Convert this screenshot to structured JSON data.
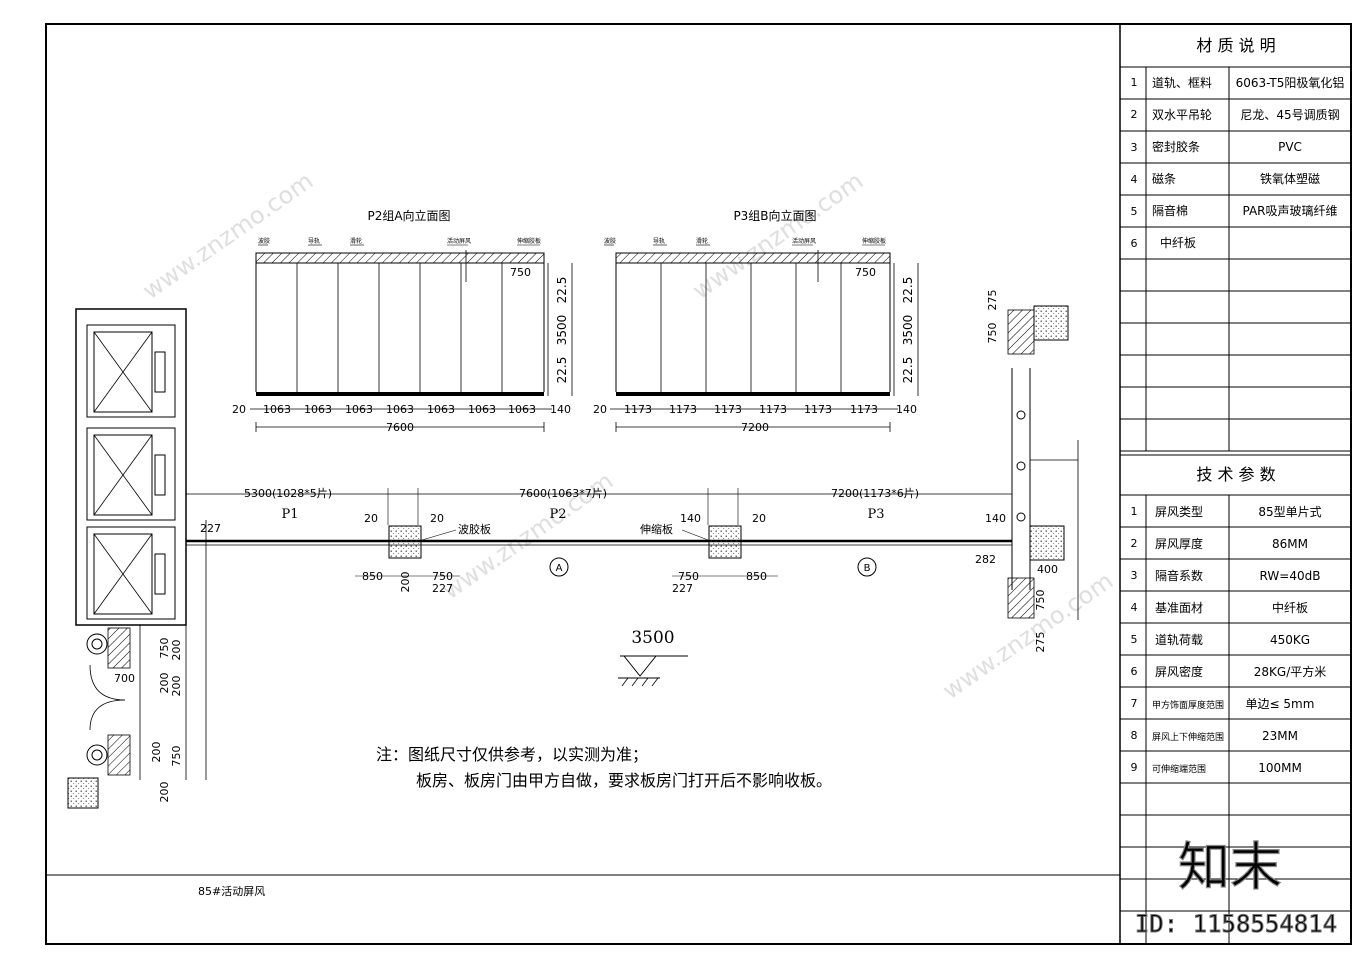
{
  "elevation_a": {
    "title": "P2组A向立面图",
    "top_labels": [
      "波胶",
      "导轨",
      "滑轮",
      "活动屏风",
      "伸缩胶板"
    ],
    "bottom_dims": [
      "20",
      "1063",
      "1063",
      "1063",
      "1063",
      "1063",
      "1063",
      "1063",
      "140"
    ],
    "total": "7600",
    "side_dims": [
      "22.5",
      "3500",
      "22.5"
    ],
    "offset": "750"
  },
  "elevation_b": {
    "title": "P3组B向立面图",
    "top_labels": [
      "波胶",
      "导轨",
      "滑轮",
      "活动屏风",
      "伸缩胶板"
    ],
    "bottom_dims": [
      "20",
      "1173",
      "1173",
      "1173",
      "1173",
      "1173",
      "1173",
      "140"
    ],
    "total": "7200",
    "side_dims": [
      "22.5",
      "3500",
      "22.5"
    ],
    "offset": "750"
  },
  "plan": {
    "spans": [
      "5300(1028*5片)",
      "7600(1063*7片)",
      "7200(1173*6片)"
    ],
    "groups": [
      "P1",
      "P2",
      "P3"
    ],
    "labels": {
      "wave": "波胶板",
      "expansion": "伸缩板"
    },
    "dims": {
      "d227a": "227",
      "d20a": "20",
      "d20b": "20",
      "d140a": "140",
      "d20c": "20",
      "d140b": "140",
      "d850a": "850",
      "d200a": "200",
      "d750a": "750",
      "d227b": "227",
      "d750b": "750",
      "d227c": "227",
      "d850b": "850",
      "d282": "282",
      "d400": "400",
      "d275a": "275",
      "d750c": "750",
      "d750d": "750",
      "d275b": "275",
      "l750a": "750",
      "l200a": "200",
      "l700": "700",
      "l200b": "200",
      "l200c": "200",
      "l200d": "200",
      "l750b": "750",
      "l200e": "200"
    },
    "markers": [
      "A",
      "B"
    ],
    "level": "3500"
  },
  "notes": [
    "注：图纸尺寸仅供参考，以实测为准；",
    "板房、板房门由甲方自做，要求板房门打开后不影响收板。"
  ],
  "title_block": "85#活动屏风",
  "materials": {
    "title": "材 质 说 明",
    "rows": [
      {
        "no": "1",
        "name": "道轨、框料",
        "value": "6063-T5阳极氧化铝"
      },
      {
        "no": "2",
        "name": "双水平吊轮",
        "value": "尼龙、45号调质钢"
      },
      {
        "no": "3",
        "name": "密封胶条",
        "value": "PVC"
      },
      {
        "no": "4",
        "name": "磁条",
        "value": "铁氧体塑磁"
      },
      {
        "no": "5",
        "name": "隔音棉",
        "value": "PAR吸声玻璃纤维"
      },
      {
        "no": "6",
        "name": "中纤板",
        "value": ""
      }
    ]
  },
  "tech": {
    "title": "技 术 参 数",
    "rows": [
      {
        "no": "1",
        "name": "屏风类型",
        "value": "85型单片式"
      },
      {
        "no": "2",
        "name": "屏风厚度",
        "value": "86MM"
      },
      {
        "no": "3",
        "name": "隔音系数",
        "value": "RW=40dB"
      },
      {
        "no": "4",
        "name": "基准面材",
        "value": "中纤板"
      },
      {
        "no": "5",
        "name": "道轨荷载",
        "value": "450KG"
      },
      {
        "no": "6",
        "name": "屏风密度",
        "value": "28KG/平方米"
      },
      {
        "no": "7",
        "name": "甲方饰面厚度范围",
        "value": "单边≤ 5mm"
      },
      {
        "no": "8",
        "name": "屏风上下伸缩范围",
        "value": "23MM"
      },
      {
        "no": "9",
        "name": "可伸缩端范围",
        "value": "100MM"
      }
    ]
  },
  "watermark": "www.znzmo.com",
  "brand": "知末",
  "id_text": "ID: 1158554814"
}
